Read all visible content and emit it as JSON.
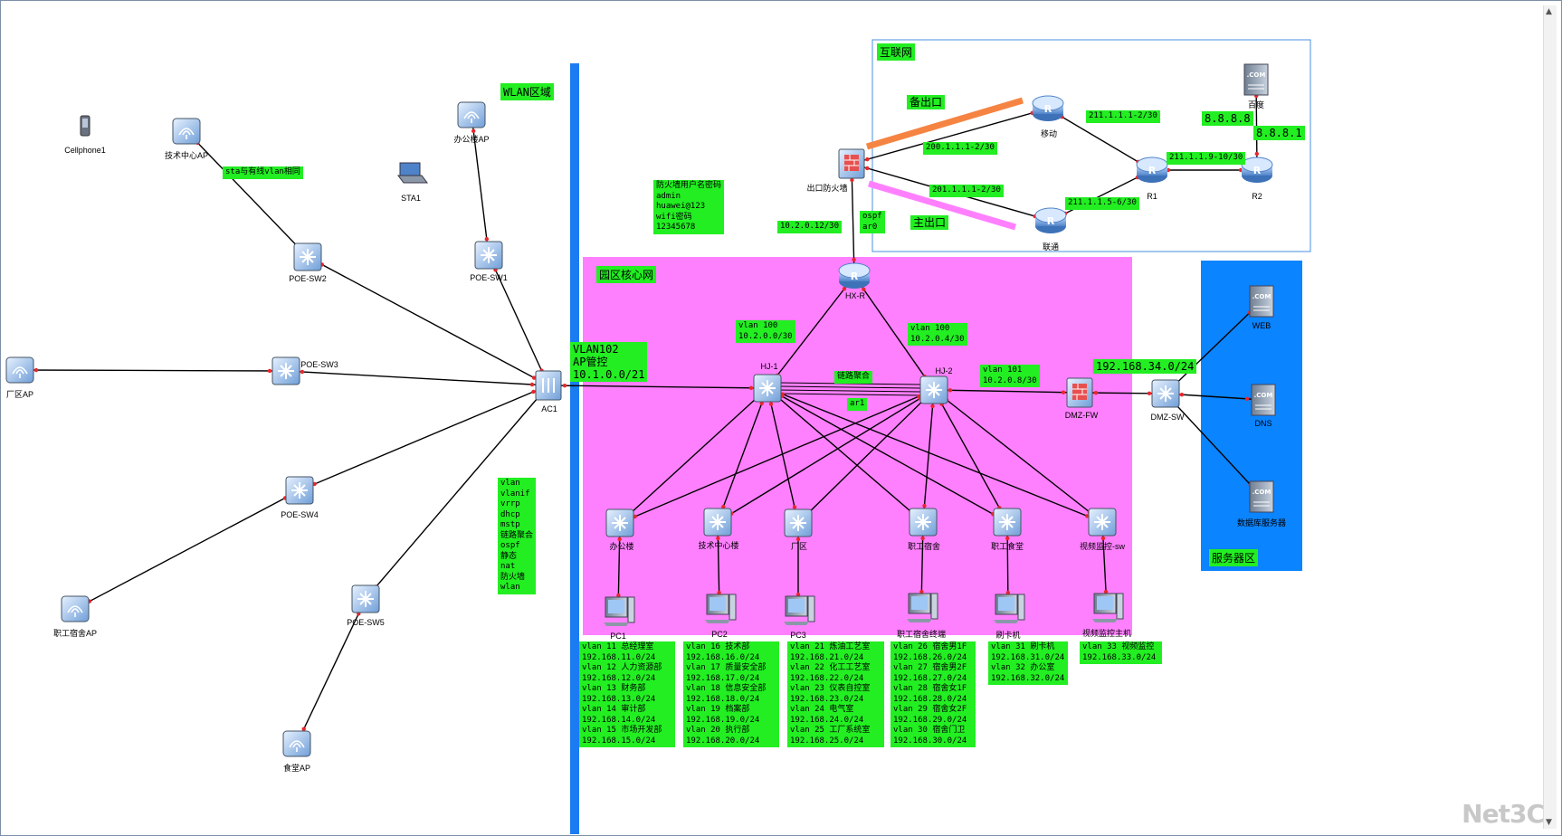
{
  "zones": {
    "wlan": "WLAN区域",
    "internet": "互联网",
    "core": "园区核心网",
    "server": "服务器区"
  },
  "devices": {
    "cellphone1": "Cellphone1",
    "ap_tech": "技术中心AP",
    "sta1": "STA1",
    "ap_office": "办公楼AP",
    "poe_sw2": "POE-SW2",
    "poe_sw1": "POE-SW1",
    "ap_factory": "厂区AP",
    "poe_sw3": "POE-SW3",
    "ac1": "AC1",
    "poe_sw4": "POE-SW4",
    "ap_dorm": "职工宿舍AP",
    "poe_sw5": "POE-SW5",
    "ap_canteen": "食堂AP",
    "fw_exit": "出口防火墙",
    "r_mobile": "移动",
    "r_unicom": "联通",
    "r1": "R1",
    "r2": "R2",
    "baidu": "百度",
    "hx_r": "HX-R",
    "hj1": "HJ-1",
    "hj2": "HJ-2",
    "dmz_fw": "DMZ-FW",
    "dmz_sw": "DMZ-SW",
    "web": "WEB",
    "dns": "DNS",
    "db": "数据库服务器",
    "sw_office": "办公楼",
    "sw_tech": "技术中心楼",
    "sw_factory": "厂区",
    "sw_dorm": "职工宿舍",
    "sw_canteen": "职工食堂",
    "sw_video": "视频监控-sw",
    "pc1": "PC1",
    "pc2": "PC2",
    "pc3": "PC3",
    "pc_dorm": "职工宿舍终端",
    "pc_card": "刷卡机",
    "pc_video": "视频监控主机"
  },
  "notes": {
    "sta_vlan": "sta与有线vlan相同",
    "backup_exit": "备出口",
    "main_exit": "主出口",
    "link_mobile": "200.1.1.1-2/30",
    "link_unicom": "201.1.1.1-2/30",
    "link_r1_mobile": "211.1.1.1-2/30",
    "link_r1_unicom": "211.1.1.5-6/30",
    "link_r1_r2": "211.1.1.9-10/30",
    "dns1": "8.8.8.8",
    "dns2": "8.8.8.1",
    "fw_cred": "防火墙用户名密码\nadmin\nhuawei@123\nwifi密码\n12345678",
    "ospf_ar0": "ospf\nar0",
    "fw_link": "10.2.0.12/30",
    "vlan100_left": "vlan 100\n10.2.0.0/30",
    "vlan100_right": "vlan 100\n10.2.0.4/30",
    "link_agg": "链路聚合",
    "ar1": "ar1",
    "vlan101": "vlan 101\n10.2.0.8/30",
    "dmz_net": "192.168.34.0/24",
    "vlan102": "VLAN102\nAP管控\n10.1.0.0/21",
    "tech_list": "vlan\nvlanif\nvrrp\ndhcp\nmstp\n链路聚合\nospf\n静态\nnat\n防火墙\nwlan"
  },
  "vlan_tables": [
    "vlan 11 总经理室\n192.168.11.0/24\nvlan 12 人力资源部\n192.168.12.0/24\nvlan 13 财务部\n192.168.13.0/24\nvlan 14 审计部\n192.168.14.0/24\nvlan 15 市场开发部\n192.168.15.0/24",
    "vlan 16 技术部\n192.168.16.0/24\nvlan 17 质量安全部\n192.168.17.0/24\nvlan 18 信息安全部\n192.168.18.0/24\nvlan 19 档案部\n192.168.19.0/24\nvlan 20 执行部\n192.168.20.0/24",
    "vlan 21 炼油工艺室\n192.168.21.0/24\nvlan 22 化工工艺室\n192.168.22.0/24\nvlan 23 仪表自控室\n192.168.23.0/24\nvlan 24 电气室\n192.168.24.0/24\nvlan 25 工厂系统室\n192.168.25.0/24",
    "vlan 26 宿舍男1F\n192.168.26.0/24\nvlan 27 宿舍男2F\n192.168.27.0/24\nvlan 28 宿舍女1F\n192.168.28.0/24\nvlan 29 宿舍女2F\n192.168.29.0/24\nvlan 30 宿舍门卫\n192.168.30.0/24",
    "vlan 31 刷卡机\n192.168.31.0/24\nvlan 32 办公室\n192.168.32.0/24",
    "vlan 33 视频监控\n192.168.33.0/24"
  ],
  "watermark": "Net3C",
  "colors": {
    "core_zone": "#ff80ff",
    "server_zone": "#0a84ff",
    "tag_bg": "#22ee22",
    "divider": "#1a7cf0",
    "backup_link": "#f58442",
    "main_link": "#ff80ff"
  }
}
